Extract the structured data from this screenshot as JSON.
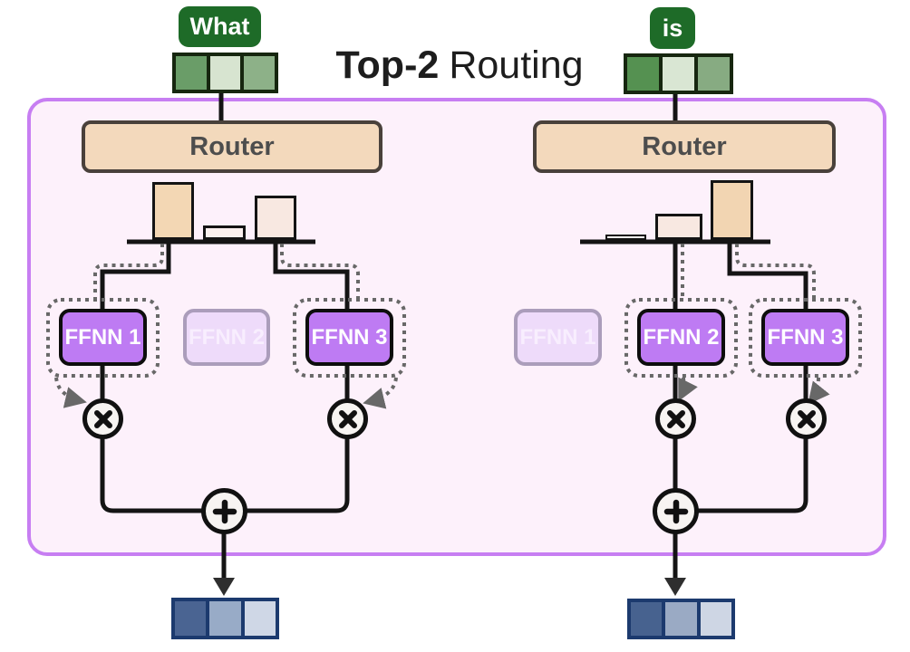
{
  "title": {
    "bold": "Top-2",
    "regular": "Routing"
  },
  "palette": {
    "container_fill": "#fdf1fb",
    "container_border": "#c77ef2",
    "router_fill": "#f3d9bc",
    "router_border": "#49413b",
    "expert_active_fill": "#be7bf3",
    "expert_faded_fill": "#eedbfa",
    "token_green": "#1e6b28",
    "line_color": "#141414",
    "dotted_route_color": "#686868",
    "input_border_green": "#16260f",
    "output_border_blue": "#1c3a6e"
  },
  "icons": {
    "multiply": "circled-times-icon",
    "add": "circled-plus-icon"
  },
  "left": {
    "token": "What",
    "input_cells": [
      "#6a9d68",
      "#d7e4d0",
      "#8db188"
    ],
    "router_label": "Router",
    "gate_bars": [
      64,
      16,
      49
    ],
    "gate_colors": [
      "#f3d7b4",
      "#faf0ee",
      "#f8e8e1"
    ],
    "experts": [
      {
        "label": "FFNN 1",
        "active": true
      },
      {
        "label": "FFNN 2",
        "active": false
      },
      {
        "label": "FFNN 3",
        "active": true
      }
    ],
    "output_cells": [
      "#4a6492",
      "#98abc7",
      "#cfd7e6"
    ]
  },
  "right": {
    "token": "is",
    "input_cells": [
      "#559151",
      "#d9e6d3",
      "#87ab82"
    ],
    "router_label": "Router",
    "gate_bars": [
      6,
      29,
      66
    ],
    "gate_colors": [
      "#fdf8f7",
      "#f8e8e1",
      "#f2d5b2"
    ],
    "experts": [
      {
        "label": "FFNN 1",
        "active": false
      },
      {
        "label": "FFNN 2",
        "active": true
      },
      {
        "label": "FFNN 3",
        "active": true
      }
    ],
    "output_cells": [
      "#47628f",
      "#9aaac4",
      "#ced6e4"
    ]
  }
}
